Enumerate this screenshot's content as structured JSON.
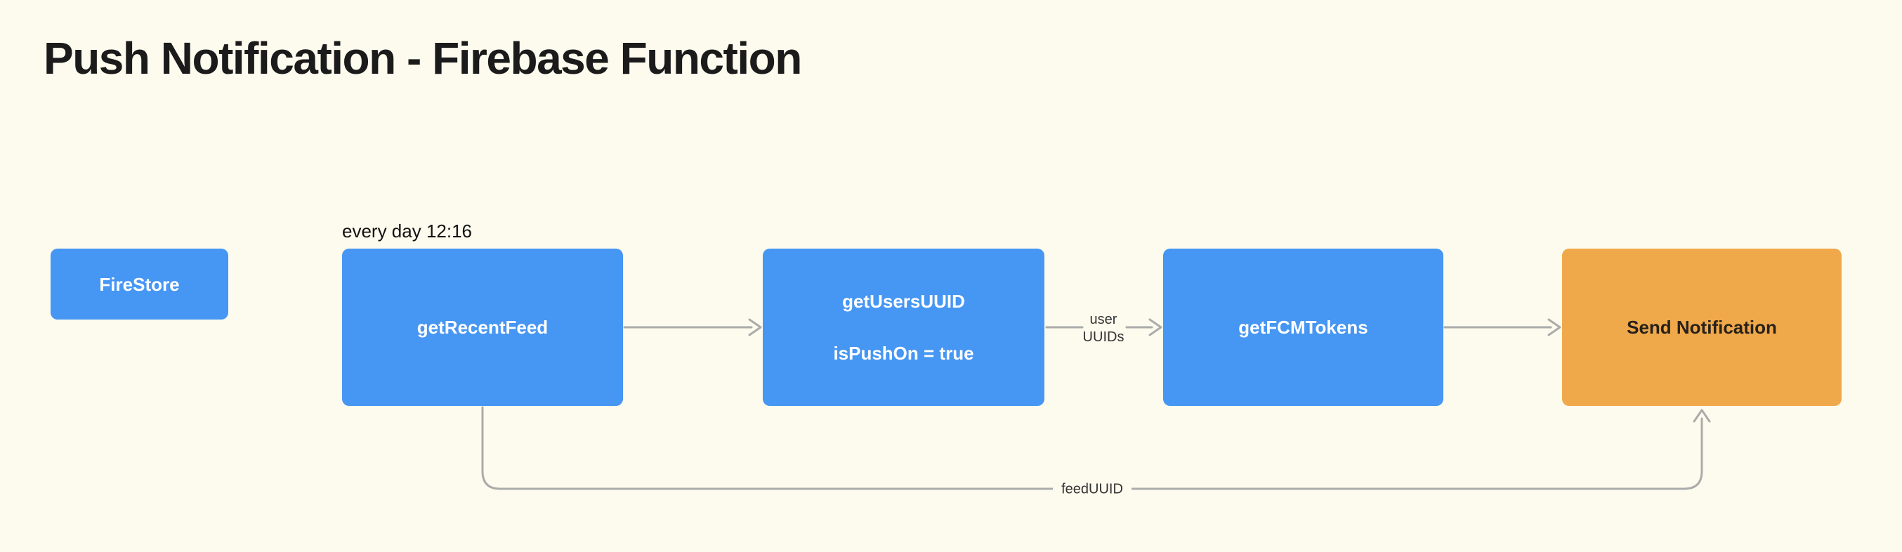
{
  "page": {
    "title": "Push Notification - Firebase Function"
  },
  "colors": {
    "background": "#FDFBEE",
    "node_blue": "#4696F3",
    "node_orange": "#F0A94A",
    "node_text_light": "#FFFFFF",
    "node_text_dark": "#27211A",
    "edge_line": "#ABABAB",
    "edge_label_text": "#333333",
    "title_text": "#1B1B1B"
  },
  "diagram": {
    "nodes": [
      {
        "id": "firestore",
        "label": "FireStore"
      },
      {
        "id": "get-recent-feed",
        "label": "getRecentFeed",
        "annotation": "every day 12:16"
      },
      {
        "id": "get-users-uuid",
        "label": "getUsersUUID",
        "sublabel": "isPushOn = true"
      },
      {
        "id": "get-fcm-tokens",
        "label": "getFCMTokens"
      },
      {
        "id": "send-notification",
        "label": "Send Notification"
      }
    ],
    "edges": [
      {
        "from": "getRecentFeed",
        "to": "getUsersUUID",
        "label": ""
      },
      {
        "from": "getUsersUUID",
        "to": "getFCMTokens",
        "label": "user UUIDs",
        "label_lines": [
          "user",
          "UUIDs"
        ]
      },
      {
        "from": "getFCMTokens",
        "to": "sendNotification",
        "label": ""
      },
      {
        "from": "getRecentFeed",
        "to": "sendNotification",
        "label": "feedUUID"
      }
    ]
  }
}
